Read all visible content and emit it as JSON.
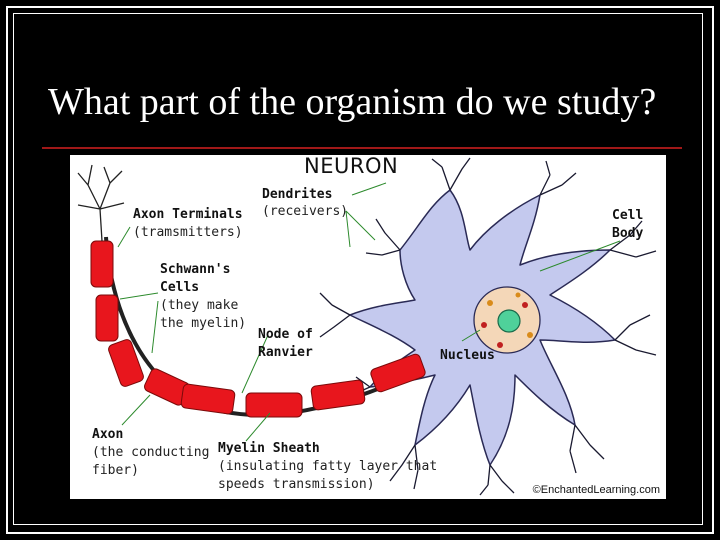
{
  "slide": {
    "title": "What part of the organism do we study?"
  },
  "diagram": {
    "heading": "NEURON",
    "labels": {
      "dendrites": "Dendrites",
      "receivers": "(receivers)",
      "axon_terminals": "Axon Terminals",
      "transmitters": "(tramsmitters)",
      "cell": "Cell",
      "body": "Body",
      "schwann": "Schwann's",
      "cells": "Cells",
      "they_make": "(they make",
      "the_myelin": "the myelin)",
      "node_of": "Node of",
      "ranvier": "Ranvier",
      "nucleus": "Nucleus",
      "axon": "Axon",
      "the_conducting": "(the conducting",
      "fiber": "fiber)",
      "myelin_sheath": "Myelin Sheath",
      "insulating": "(insulating fatty layer that",
      "speeds": "speeds transmission)"
    },
    "credit": "©EnchantedLearning.com",
    "colors": {
      "cell_body": "#c4c9ee",
      "cell_outline": "#2a2a55",
      "myelin": "#e8161d",
      "nucleus": "#4fd19a",
      "pointer_line": "#2c8a2c"
    }
  }
}
